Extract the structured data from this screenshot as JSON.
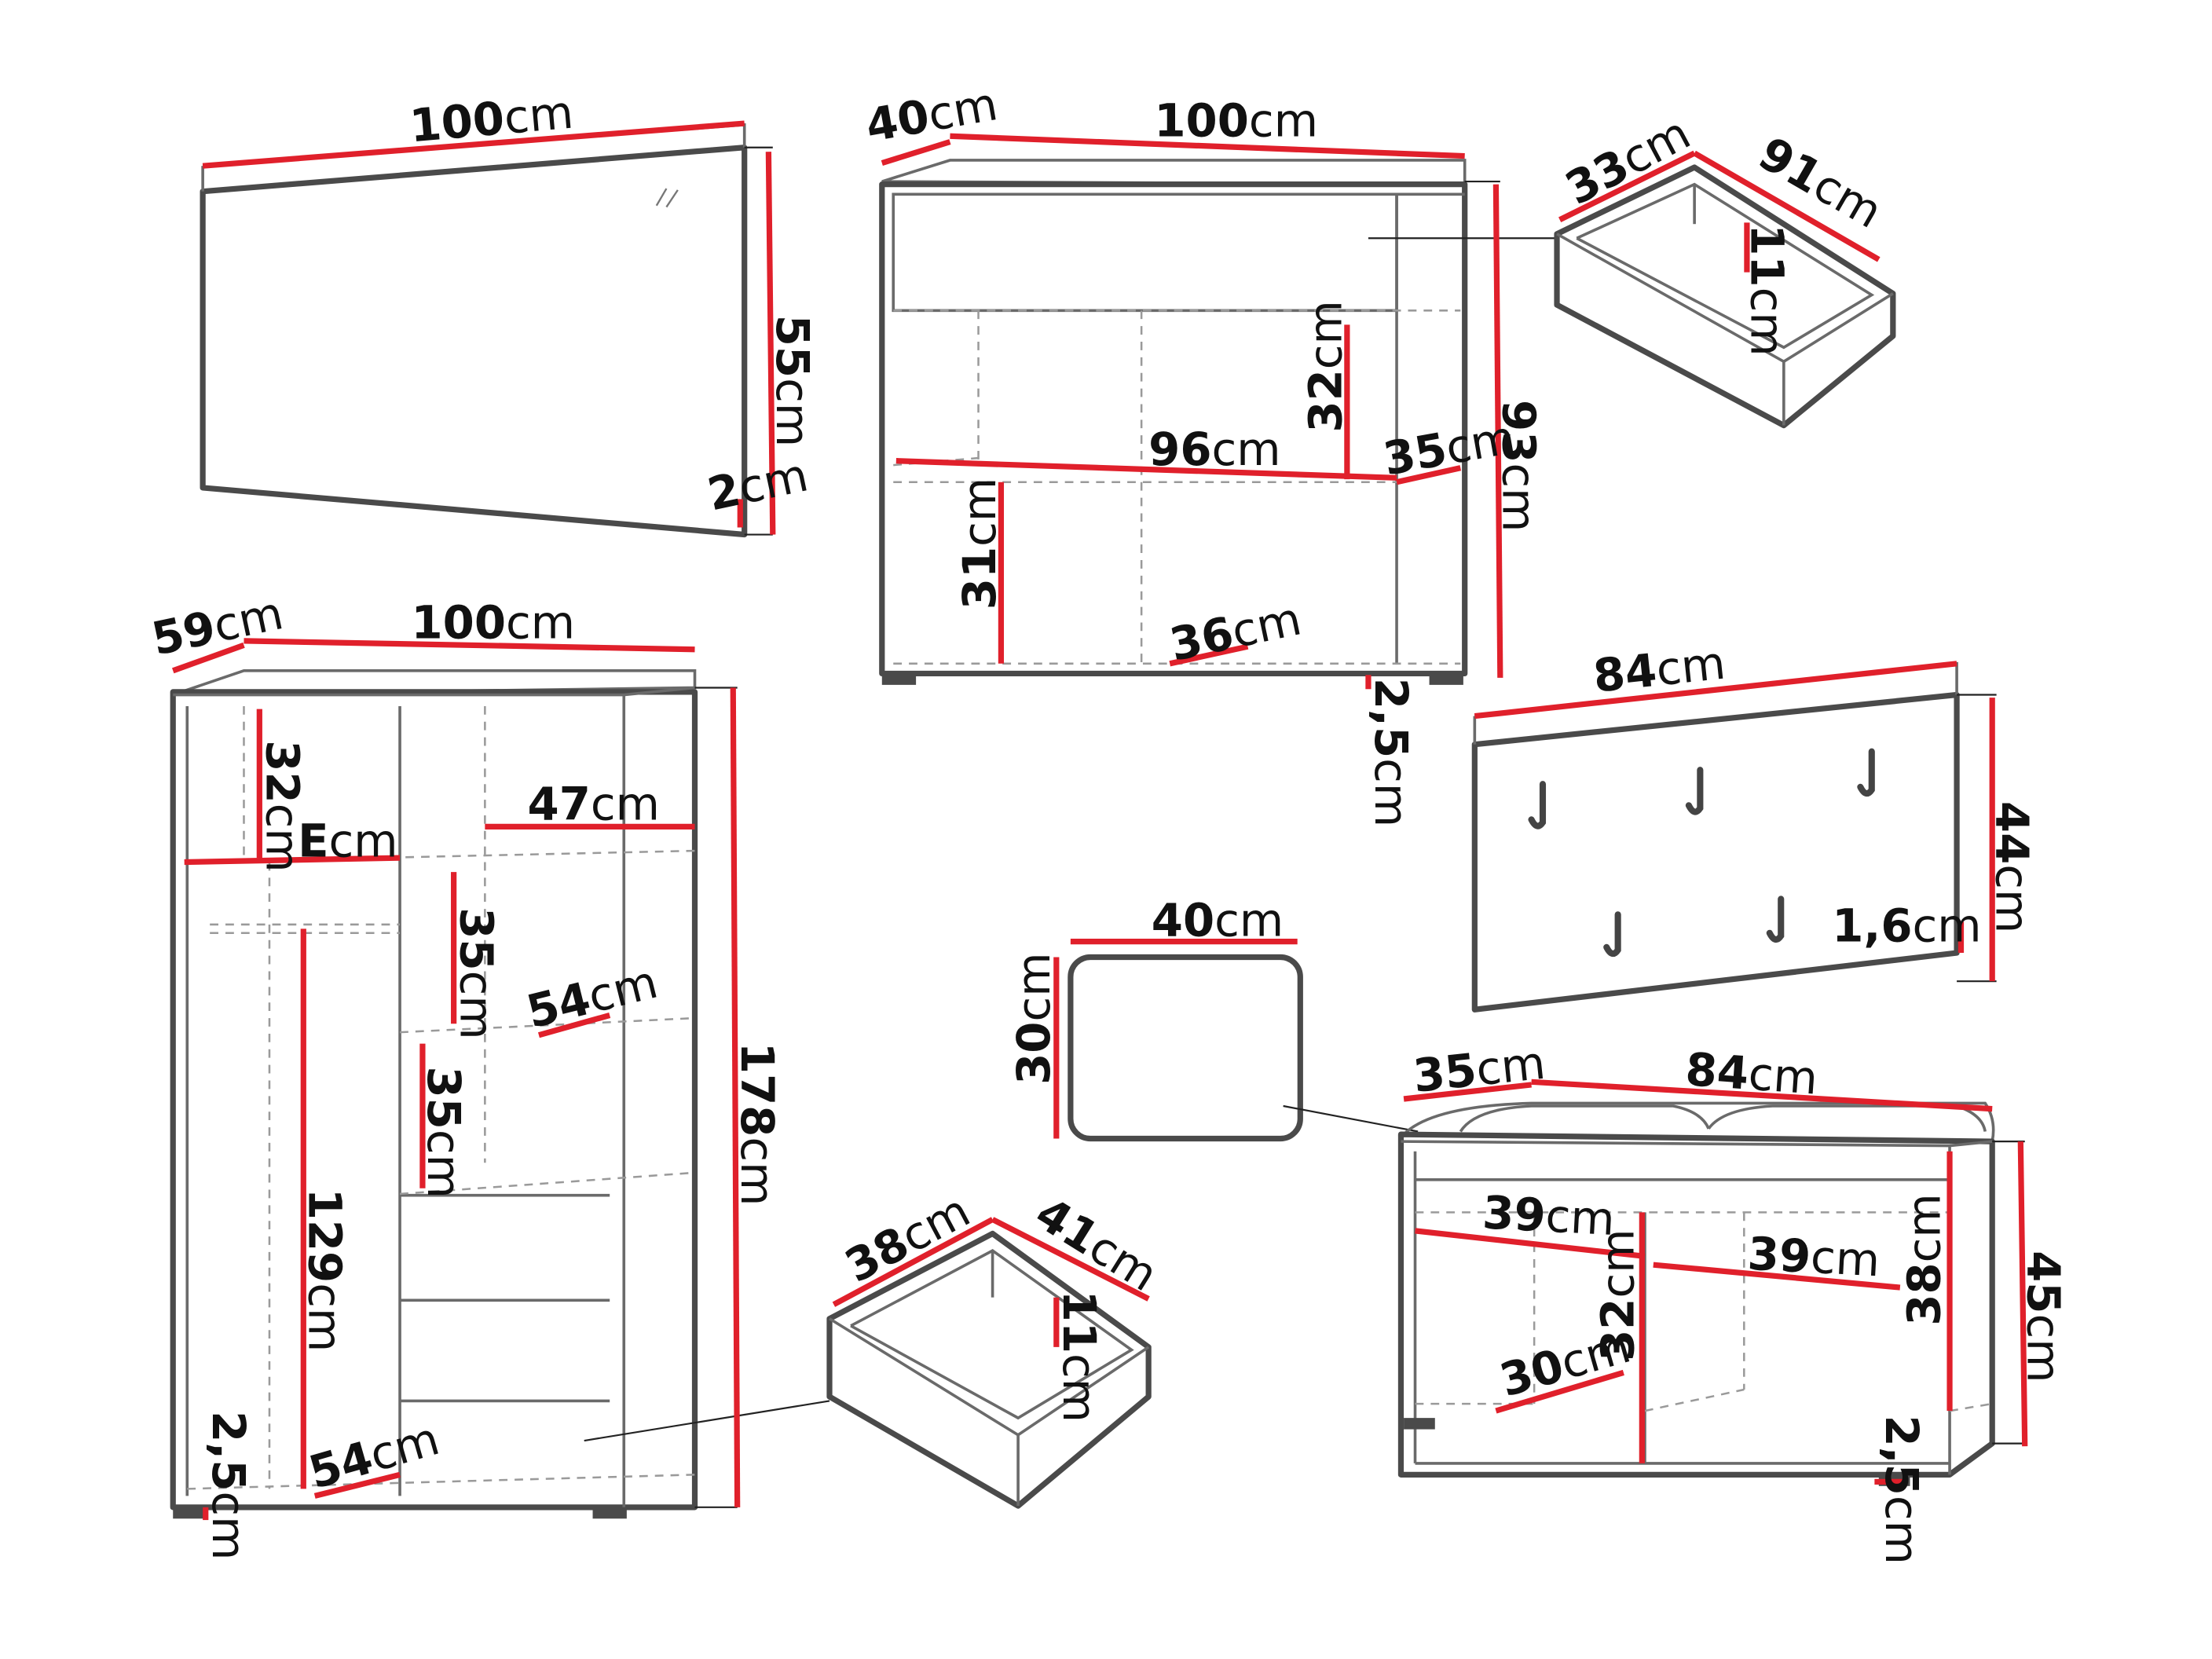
{
  "mirror": {
    "width": "100",
    "height": "55",
    "depth": "2",
    "unit": "cm"
  },
  "top_cabinet": {
    "depth": "40",
    "width": "100",
    "height": "93",
    "top_compartment_height": "32",
    "inner_width": "96",
    "inner_depth": "35",
    "bottom_compartment_height": "31",
    "bottom_depth": "36",
    "feet_height": "2,5",
    "unit": "cm"
  },
  "drawer_top": {
    "width": "33",
    "depth": "91",
    "height": "11",
    "unit": "cm"
  },
  "coat_panel": {
    "width": "84",
    "height": "44",
    "thickness": "1,6",
    "unit": "cm"
  },
  "wardrobe": {
    "depth": "59",
    "width": "100",
    "height": "178",
    "shelf_top_height": "32",
    "rail_label": "E",
    "shelf_width": "47",
    "shelf_height_1": "35",
    "shelf_depth_1": "54",
    "shelf_height_2": "35",
    "hanging_height": "129",
    "bottom_depth": "54",
    "feet_height": "2,5",
    "unit": "cm"
  },
  "cushion": {
    "width": "40",
    "height": "30",
    "unit": "cm"
  },
  "drawer_bottom": {
    "width": "38",
    "depth": "41",
    "height": "11",
    "unit": "cm"
  },
  "bench": {
    "depth": "35",
    "width": "84",
    "height": "45",
    "left_width": "39",
    "right_width": "39",
    "inner_height_left": "32",
    "inner_height_right": "38",
    "inner_depth": "30",
    "feet_height": "2,5",
    "unit": "cm"
  }
}
